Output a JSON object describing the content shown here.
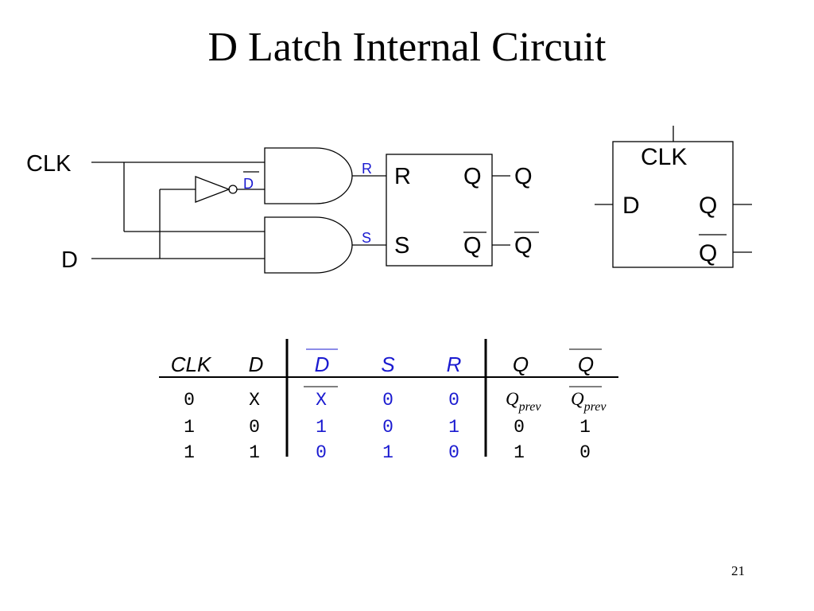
{
  "title": "D Latch Internal Circuit",
  "page_number": "21",
  "colors": {
    "ink": "#000000",
    "accent": "#1a1ad0"
  },
  "circuit": {
    "input_clk": "CLK",
    "input_d": "D",
    "dbar_label": "D",
    "r_wire_label": "R",
    "s_wire_label": "S",
    "latch_r": "R",
    "latch_s": "S",
    "latch_q": "Q",
    "latch_qbar": "Q",
    "out_q": "Q",
    "out_qbar": "Q"
  },
  "symbol": {
    "clk": "CLK",
    "d": "D",
    "q": "Q",
    "qbar": "Q"
  },
  "table": {
    "headers": [
      "CLK",
      "D",
      "D",
      "S",
      "R",
      "Q",
      "Q"
    ],
    "rows": [
      [
        "0",
        "X",
        "X",
        "0",
        "0",
        "Q",
        "Q"
      ],
      [
        "1",
        "0",
        "1",
        "0",
        "1",
        "0",
        "1"
      ],
      [
        "1",
        "1",
        "0",
        "1",
        "0",
        "1",
        "0"
      ]
    ],
    "prev_subscript": "prev"
  }
}
